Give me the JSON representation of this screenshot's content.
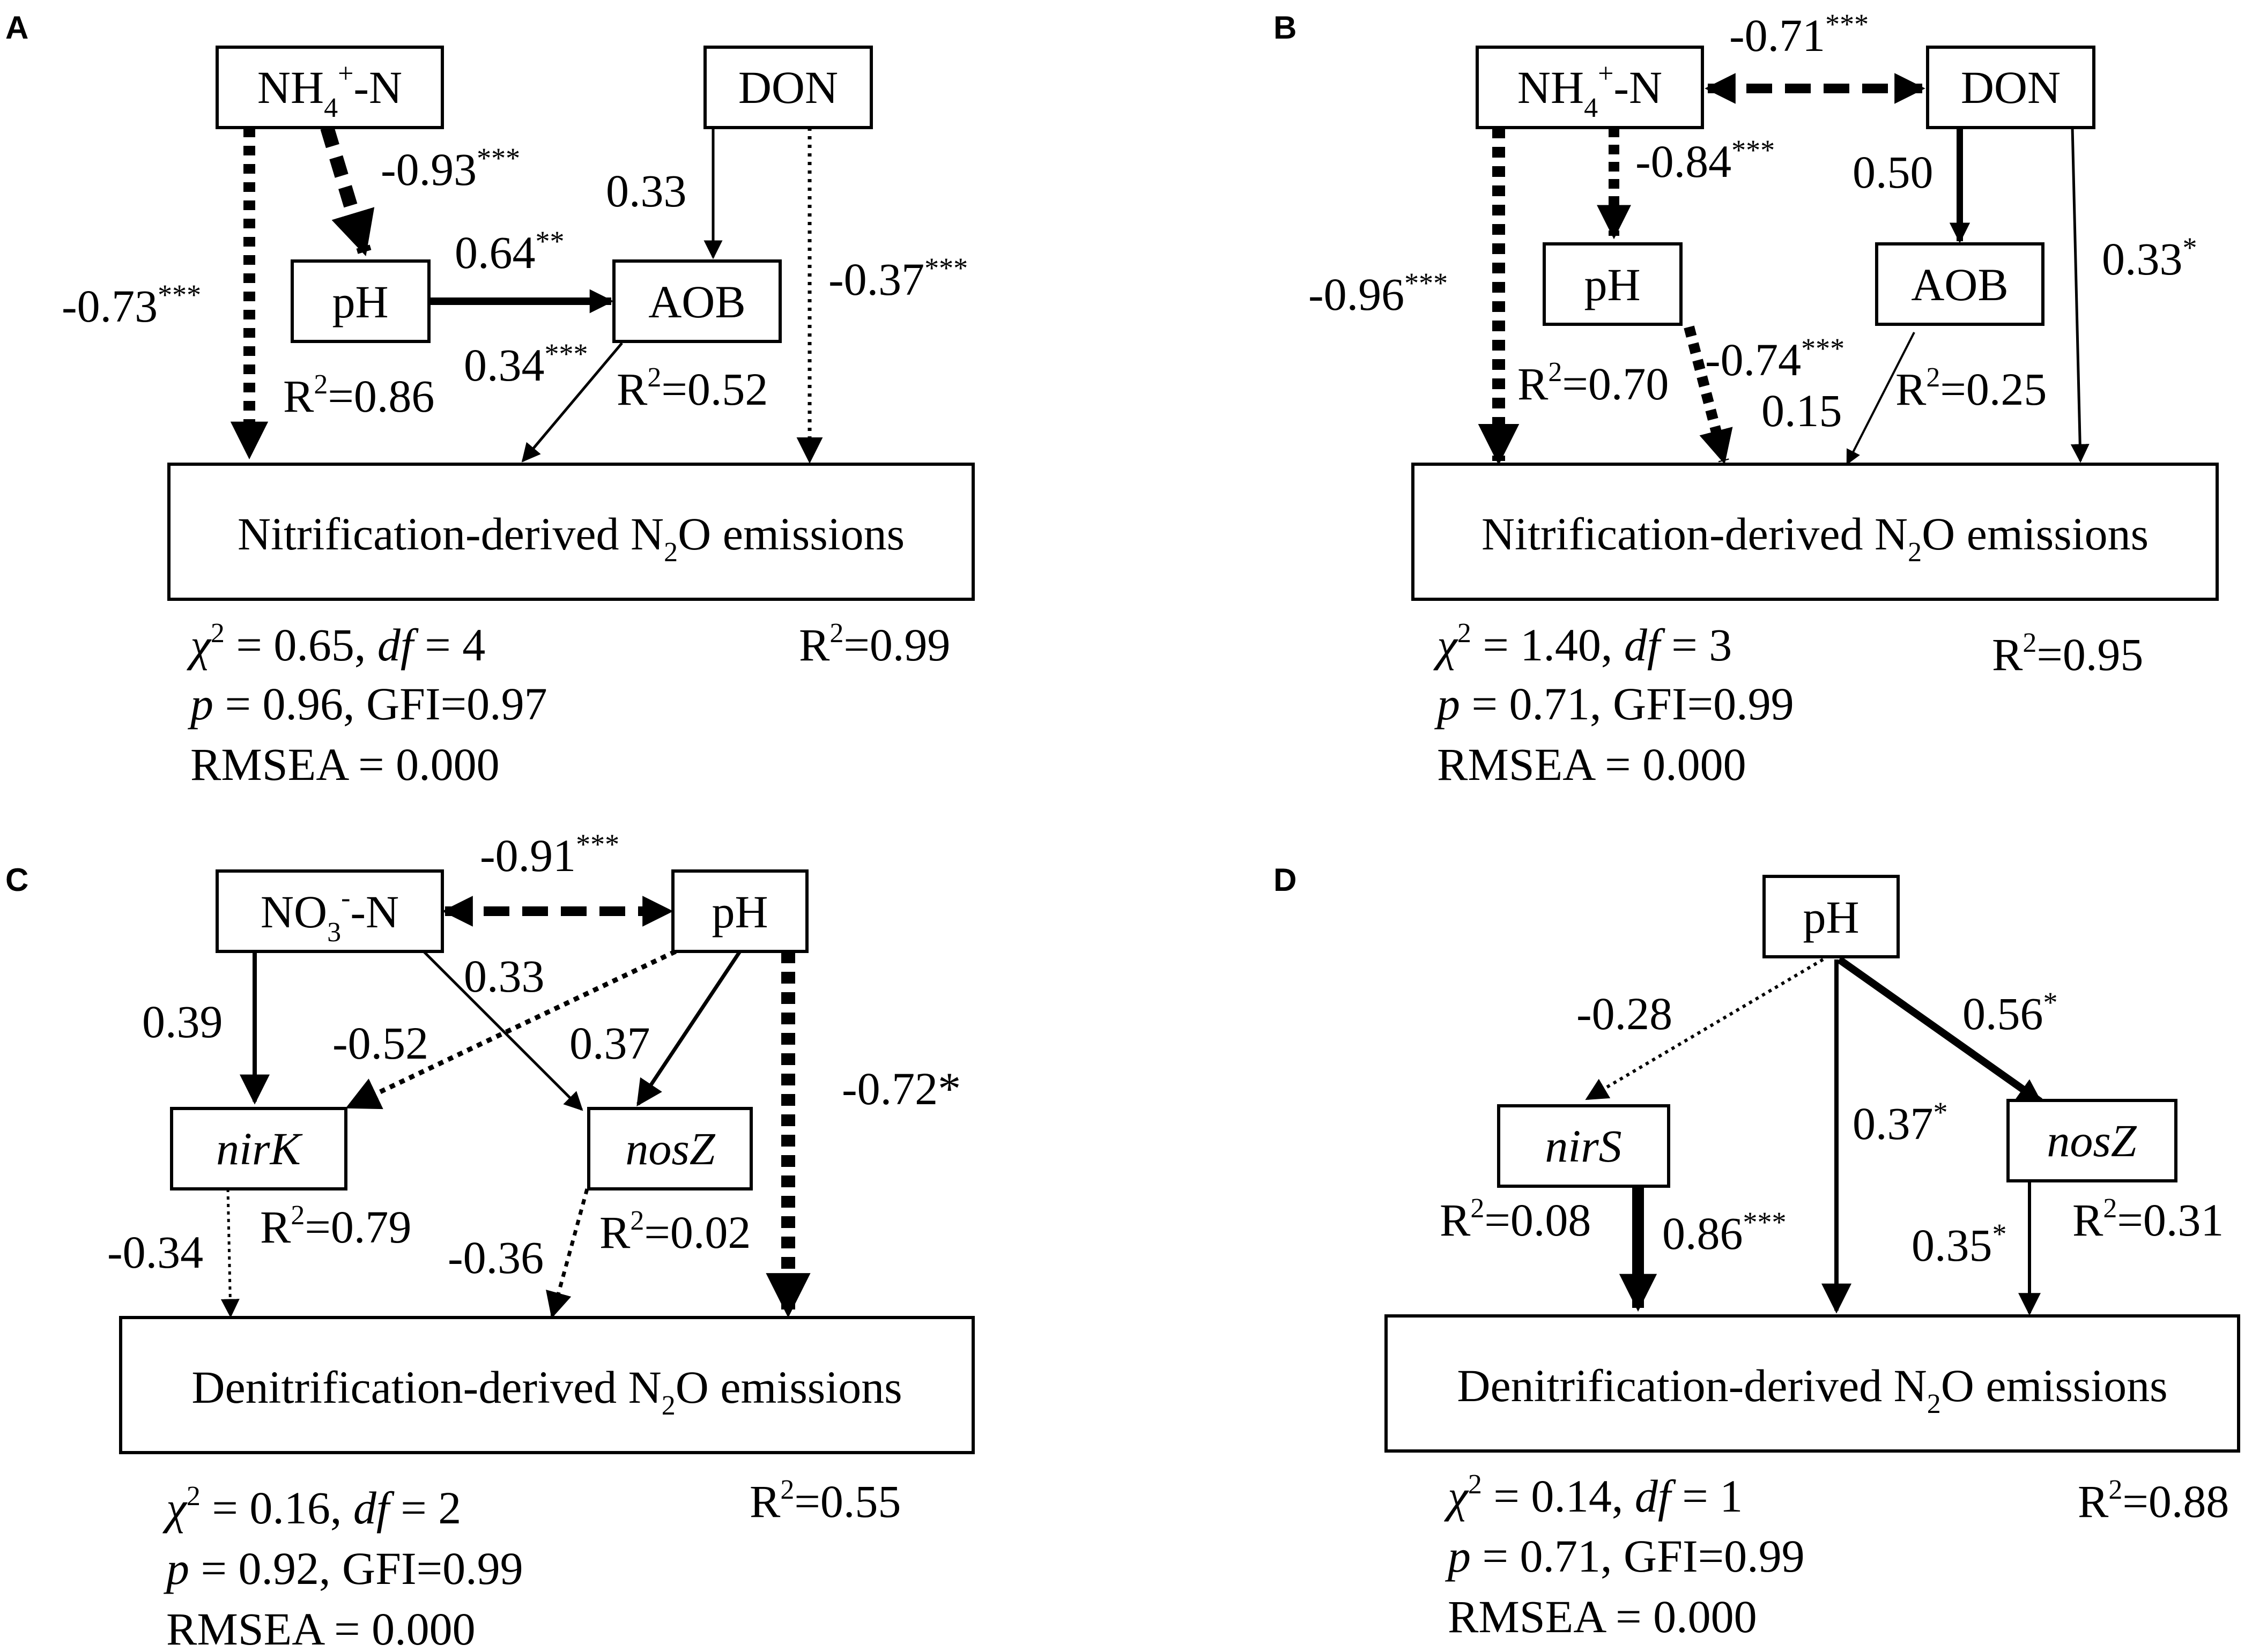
{
  "panels": {
    "A": {
      "letter": "A",
      "nodes": {
        "nh4": "NH",
        "nh4_sub": "4",
        "nh4_sup": "+",
        "nh4_tail": "-N",
        "don": "DON",
        "ph": "pH",
        "aob": "AOB"
      },
      "target": {
        "pre": "Nitrification-derived N",
        "sub": "2",
        "post": "O emissions"
      },
      "paths": {
        "nh4_target": {
          "coef": "-0.73",
          "sig": "***"
        },
        "nh4_ph": {
          "coef": "-0.93",
          "sig": "***"
        },
        "ph_aob": {
          "coef": "0.64",
          "sig": "**"
        },
        "don_aob": {
          "coef": "0.33",
          "sig": ""
        },
        "aob_target": {
          "coef": "0.34",
          "sig": "***"
        },
        "don_target": {
          "coef": "-0.37",
          "sig": "***"
        }
      },
      "r2": {
        "ph": "0.86",
        "aob": "0.52",
        "target": "0.99"
      },
      "fit": {
        "chi2": "0.65",
        "df": "4",
        "p": "0.96",
        "gfi": "0.97",
        "rmsea": "0.000"
      }
    },
    "B": {
      "letter": "B",
      "nodes": {
        "nh4": "NH",
        "nh4_sub": "4",
        "nh4_sup": "+",
        "nh4_tail": "-N",
        "don": "DON",
        "ph": "pH",
        "aob": "AOB"
      },
      "target": {
        "pre": "Nitrification-derived N",
        "sub": "2",
        "post": "O emissions"
      },
      "paths": {
        "nh4_don": {
          "coef": "-0.71",
          "sig": "***"
        },
        "nh4_ph": {
          "coef": "-0.84",
          "sig": "***"
        },
        "nh4_target": {
          "coef": "-0.96",
          "sig": "***"
        },
        "don_aob": {
          "coef": "0.50",
          "sig": ""
        },
        "don_target": {
          "coef": "0.33",
          "sig": "*"
        },
        "ph_target": {
          "coef": "-0.74",
          "sig": "***"
        },
        "aob_target": {
          "coef": "0.15",
          "sig": ""
        }
      },
      "r2": {
        "ph": "0.70",
        "aob": "0.25",
        "target": "0.95"
      },
      "fit": {
        "chi2": "1.40",
        "df": "3",
        "p": "0.71",
        "gfi": "0.99",
        "rmsea": "0.000"
      }
    },
    "C": {
      "letter": "C",
      "nodes": {
        "no3": "NO",
        "no3_sub": "3",
        "no3_sup": "-",
        "no3_tail": "-N",
        "ph": "pH",
        "nirk": "nirK",
        "nosz": "nosZ"
      },
      "target": {
        "pre": "Denitrification-derived N",
        "sub": "2",
        "post": "O emissions"
      },
      "paths": {
        "no3_ph": {
          "coef": "-0.91",
          "sig": "***"
        },
        "no3_nirk": {
          "coef": "0.39",
          "sig": ""
        },
        "no3_nosz": {
          "coef": "0.33",
          "sig": ""
        },
        "ph_nirk": {
          "coef": "-0.52",
          "sig": ""
        },
        "ph_nosz": {
          "coef": "0.37",
          "sig": ""
        },
        "ph_target": {
          "coef": "-0.72*",
          "sig": ""
        },
        "nirk_target": {
          "coef": "-0.34",
          "sig": ""
        },
        "nosz_target": {
          "coef": "-0.36",
          "sig": ""
        }
      },
      "r2": {
        "nirk": "0.79",
        "nosz": "0.02",
        "target": "0.55"
      },
      "fit": {
        "chi2": "0.16",
        "df": "2",
        "p": "0.92",
        "gfi": "0.99",
        "rmsea": "0.000"
      }
    },
    "D": {
      "letter": "D",
      "nodes": {
        "ph": "pH",
        "nirs": "nirS",
        "nosz": "nosZ"
      },
      "target": {
        "pre": "Denitrification-derived N",
        "sub": "2",
        "post": "O emissions"
      },
      "paths": {
        "ph_nirs": {
          "coef": "-0.28",
          "sig": ""
        },
        "ph_nosz": {
          "coef": "0.56",
          "sig": "*"
        },
        "ph_target": {
          "coef": "0.37",
          "sig": "*"
        },
        "nirs_target": {
          "coef": "0.86",
          "sig": "***"
        },
        "nosz_target": {
          "coef": "0.35",
          "sig": "*"
        }
      },
      "r2": {
        "nirs": "0.08",
        "nosz": "0.31",
        "target": "0.88"
      },
      "fit": {
        "chi2": "0.14",
        "df": "1",
        "p": "0.71",
        "gfi": "0.99",
        "rmsea": "0.000"
      }
    }
  },
  "labels": {
    "r2_prefix": "R",
    "r2_sup": "2",
    "r2_eq": "=",
    "chi": "χ",
    "df": "df",
    "p": "p",
    "gfi": "GFI",
    "rmsea": "RMSEA"
  }
}
